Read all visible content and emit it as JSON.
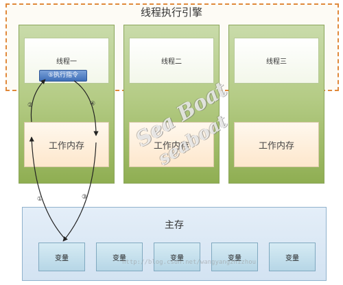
{
  "engine": {
    "title": "线程执行引擎"
  },
  "threads": [
    {
      "name": "线程一",
      "memory": "工作内存"
    },
    {
      "name": "线程二",
      "memory": "工作内存"
    },
    {
      "name": "线程三",
      "memory": "工作内存"
    }
  ],
  "exec_label": "⑤执行指令",
  "main_memory": {
    "title": "主存",
    "variables": [
      "变量",
      "变量",
      "变量",
      "变量",
      "变量"
    ]
  },
  "arrow_numbers": [
    "①",
    "②",
    "③",
    "④"
  ],
  "watermark": {
    "line1": "Sea Boat",
    "line2": "seaboat",
    "url": "http://blog.csdn.net/wangyangzhizhou"
  },
  "colors": {
    "engine_border": "#e0883a",
    "thread_column": "#8fae52",
    "main_memory": "#d3e3f2",
    "exec_badge": "#3f6fb8"
  }
}
